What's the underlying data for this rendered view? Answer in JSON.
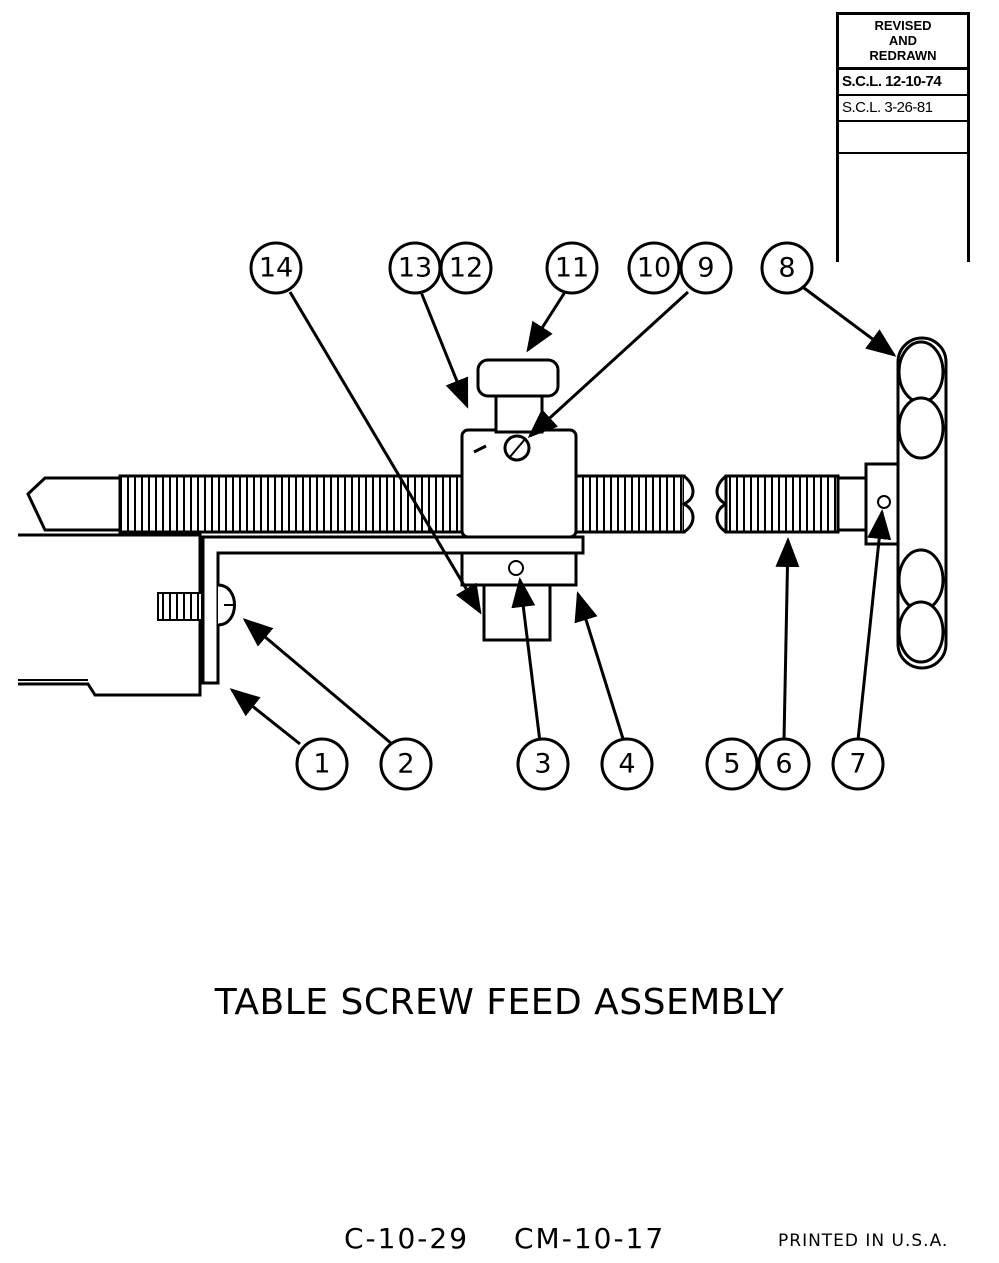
{
  "revision_block": {
    "header": [
      "REVISED",
      "AND",
      "REDRAWN"
    ],
    "entries": [
      "S.C.L. 12-10-74",
      "S.C.L. 3-26-81"
    ]
  },
  "callouts": {
    "c1": "1",
    "c2": "2",
    "c3": "3",
    "c4": "4",
    "c5": "5",
    "c6": "6",
    "c7": "7",
    "c8": "8",
    "c9": "9",
    "c10": "10",
    "c11": "11",
    "c12": "12",
    "c13": "13",
    "c14": "14"
  },
  "title": "TABLE SCREW FEED ASSEMBLY",
  "footer": {
    "code1": "C-10-29",
    "code2": "CM-10-17",
    "printed": "PRINTED IN U.S.A."
  }
}
